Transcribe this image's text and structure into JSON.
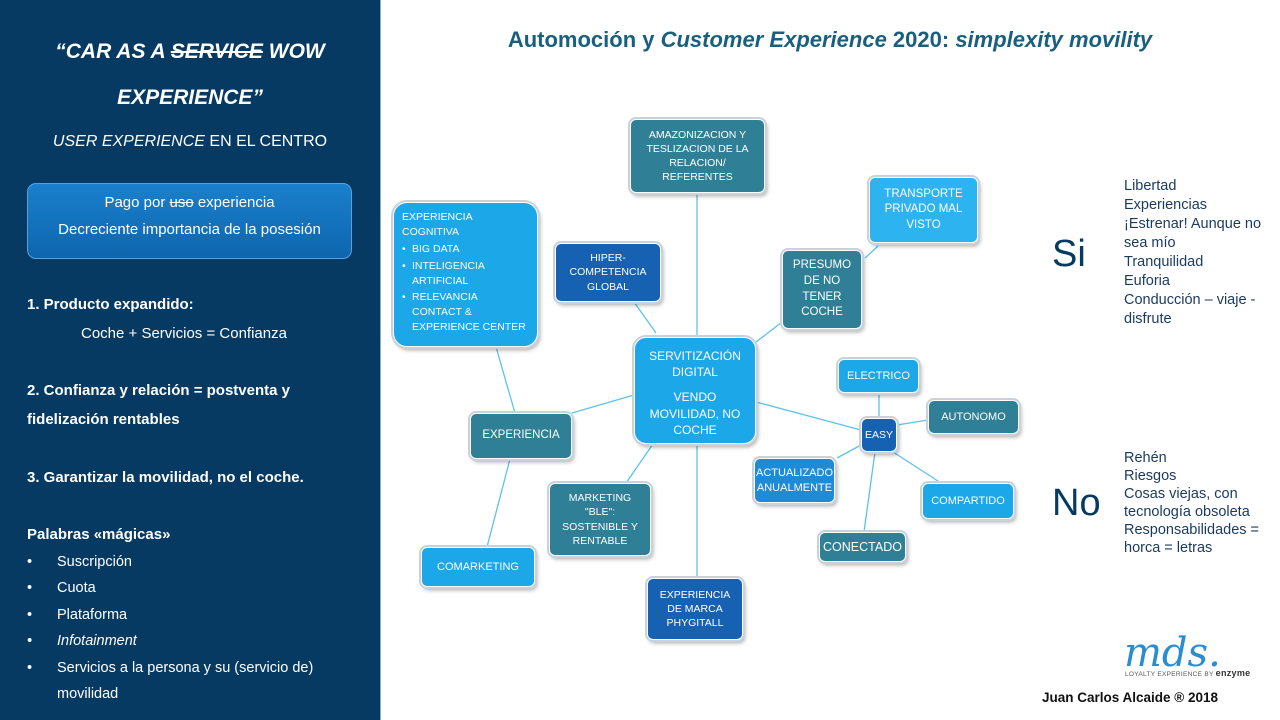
{
  "title": {
    "part1": "Automoción y ",
    "part2": "Customer Experience",
    "part3": " 2020: ",
    "part4": "simplexity movility"
  },
  "left": {
    "quote_open": "“CAR AS A ",
    "quote_strike": "SERVICE",
    "quote_rest": " WOW",
    "quote_line2": "EXPERIENCE",
    "quote_close": "”",
    "subtitle_italic": "USER EXPERIENCE",
    "subtitle_rest": "  EN EL CENTRO",
    "box_pre": "Pago por ",
    "box_strike": "uso",
    "box_post": " experiencia",
    "box_line2": "Decreciente importancia de la posesión",
    "p1_title": "1. Producto expandido:",
    "p1_body": "Coche + Servicios = Confianza",
    "p2_line1": "2. Confianza y relación = postventa y",
    "p2_line2": "fidelización rentables",
    "p3": "3. Garantizar la movilidad, no el coche.",
    "words_title": "Palabras «mágicas»",
    "words": [
      "Suscripción",
      "Cuota",
      "Plataforma",
      "Infotainment",
      "Servicios a la persona y su (servicio de) movilidad"
    ]
  },
  "diagram": {
    "center_line1": "SERVITIZACIÓN DIGITAL",
    "center_line2": "VENDO MOVILIDAD, NO COCHE",
    "amazon": "AMAZONIZACION Y TESLIZACION DE LA RELACION/ REFERENTES",
    "transporte": "TRANSPORTE PRIVADO MAL VISTO",
    "presumo": "PRESUMO DE NO TENER COCHE",
    "hiper": "HIPER-COMPETENCIA GLOBAL",
    "cognitiva_title": "EXPERIENCIA COGNITIVA",
    "cognitiva_items": [
      "BIG DATA",
      "INTELIGENCIA ARTIFICIAL",
      "RELEVANCIA CONTACT & EXPERIENCE CENTER"
    ],
    "experiencia": "EXPERIENCIA",
    "comarketing": "COMARKETING",
    "marketing": "MARKETING \"BLE\": SOSTENIBLE Y RENTABLE",
    "marca": "EXPERIENCIA DE MARCA PHYGITALL",
    "easy": "EASY",
    "electrico": "ELECTRICO",
    "autonomo": "AUTONOMO",
    "actualizado": "ACTUALIZADO ANUALMENTE",
    "compartido": "COMPARTIDO",
    "conectado": "CONECTADO"
  },
  "si_label": "Si",
  "si_items": [
    "Libertad",
    "Experiencias",
    "¡Estrenar! Aunque no sea mío",
    "Tranquilidad",
    "Euforia",
    "Conducción – viaje - disfrute"
  ],
  "no_label": "No",
  "no_items": [
    "Rehén",
    "Riesgos",
    "Cosas viejas, con tecnología obsoleta",
    "Responsabilidades = horca = letras"
  ],
  "logo_text": "mds.",
  "logo_sub": "LOYALTY EXPERIENCE BY",
  "logo_brand": "enzyme",
  "footer": "Juan Carlos Alcaide ® 2018",
  "colors": {
    "left_panel": "#073a62",
    "title": "#19607e",
    "teal_box": "#2f7f96",
    "navy_box": "#1661b2",
    "sky_box": "#1ca7e8",
    "logo": "#2a8dd0"
  }
}
